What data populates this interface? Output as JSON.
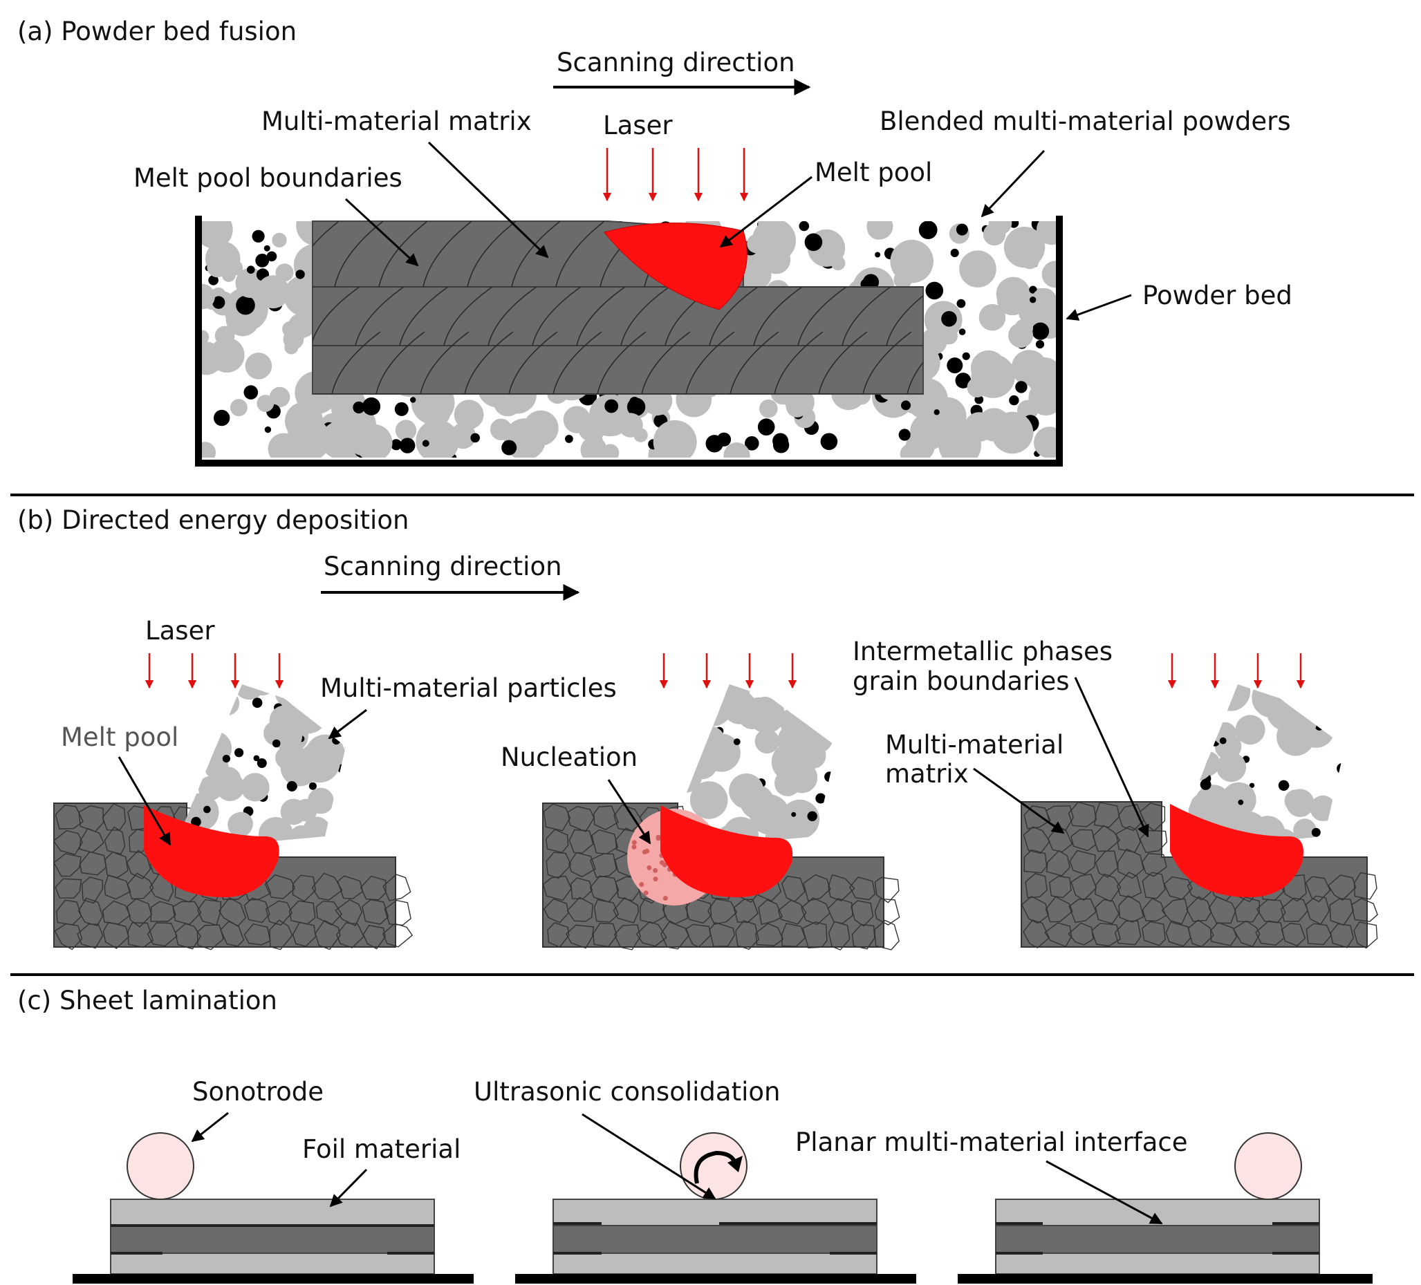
{
  "panels": {
    "a": {
      "title": "(a) Powder bed fusion",
      "scanning_direction": "Scanning direction",
      "laser": "Laser",
      "multi_material_matrix": "Multi-material matrix",
      "blended_powders": "Blended multi-material powders",
      "melt_pool_boundaries": "Melt pool boundaries",
      "melt_pool": "Melt pool",
      "powder_bed": "Powder bed"
    },
    "b": {
      "title": "(b) Directed energy deposition",
      "scanning_direction": "Scanning direction",
      "laser": "Laser",
      "multi_material_particles": "Multi-material particles",
      "melt_pool": "Melt pool",
      "nucleation": "Nucleation",
      "intermetallic_line1": "Intermetallic phases",
      "intermetallic_line2": "grain boundaries",
      "matrix_line1": "Multi-material",
      "matrix_line2": "matrix"
    },
    "c": {
      "title": "(c) Sheet lamination",
      "sonotrode": "Sonotrode",
      "foil_material": "Foil material",
      "ultrasonic_consolidation": "Ultrasonic consolidation",
      "planar_interface": "Planar multi-material interface"
    }
  },
  "colors": {
    "melt_pool": "#ff1010",
    "matrix": "#6b6b6b",
    "powder_light": "#bdbdbd",
    "powder_dark": "#000000",
    "sonotrode": "#fde4e4",
    "nucleation_zone": "#f5a8a8"
  }
}
